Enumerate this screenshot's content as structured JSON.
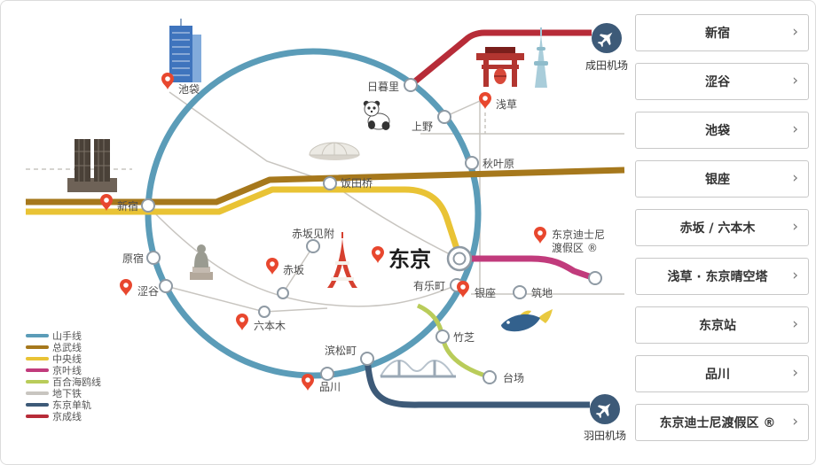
{
  "legend": {
    "items": [
      {
        "label": "山手线",
        "color": "#5b9cb8"
      },
      {
        "label": "总武线",
        "color": "#a6781c"
      },
      {
        "label": "中央线",
        "color": "#e9c335"
      },
      {
        "label": "京叶线",
        "color": "#c13b7c"
      },
      {
        "label": "百合海鸥线",
        "color": "#b9cc5a"
      },
      {
        "label": "地下铁",
        "color": "#c8c5c0"
      },
      {
        "label": "东京单轨",
        "color": "#3d5a78"
      },
      {
        "label": "京成线",
        "color": "#b72c38"
      }
    ]
  },
  "map": {
    "pin_color": "#e8472e",
    "labels": {
      "ikebukuro": "池袋",
      "nippori": "日暮里",
      "ueno": "上野",
      "asakusa": "浅草",
      "akihabara": "秋叶原",
      "iidabashi": "饭田桥",
      "shinjuku": "新宿",
      "harajuku": "原宿",
      "shibuya": "涩谷",
      "akasaka_mitsuke": "赤坂见附",
      "akasaka": "赤坂",
      "tokyo": "东京",
      "yurakucho": "有乐町",
      "ginza": "银座",
      "tsukiji": "筑地",
      "roppongi": "六本木",
      "hamamatsucho": "滨松町",
      "takeshiba": "竹芝",
      "odaiba": "台场",
      "shinagawa": "品川",
      "disney_line1": "东京迪士尼",
      "disney_line2": "渡假区 ®",
      "narita": "成田机场",
      "haneda": "羽田机场"
    }
  },
  "sidebar": {
    "chevron": "›",
    "items": [
      {
        "label": "新宿"
      },
      {
        "label": "涩谷"
      },
      {
        "label": "池袋"
      },
      {
        "label": "银座"
      },
      {
        "label": "赤坂 / 六本木"
      },
      {
        "label": "浅草 · 东京晴空塔"
      },
      {
        "label": "东京站"
      },
      {
        "label": "品川"
      },
      {
        "label": "东京迪士尼渡假区 ®"
      }
    ]
  }
}
